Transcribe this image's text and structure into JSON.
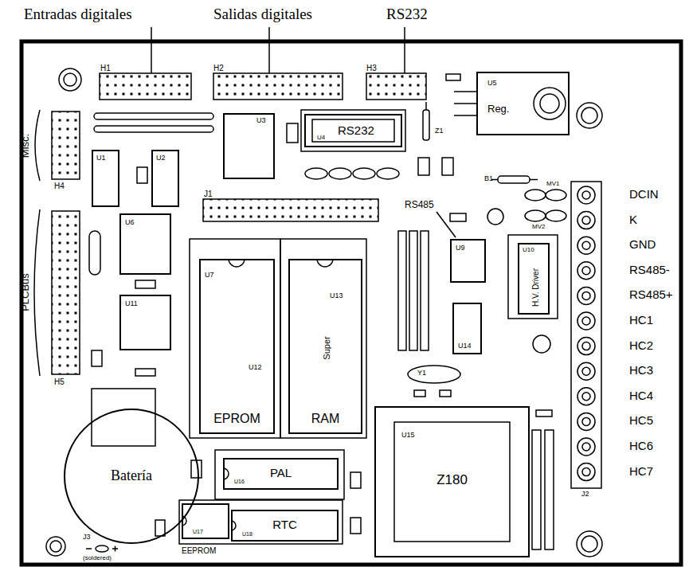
{
  "diagram": {
    "nodes": [
      {
        "text": [
          "U3"
        ]
      },
      {
        "text": [
          "U4",
          "RS232"
        ]
      },
      {
        "text": [
          "U5",
          "Reg."
        ]
      },
      {
        "text": [
          "U1"
        ]
      },
      {
        "text": [
          "U2"
        ]
      },
      {
        "text": [
          "U6"
        ]
      },
      {
        "text": [
          "U11"
        ]
      },
      {
        "text": [
          "U7",
          "U12",
          "EPROM"
        ]
      },
      {
        "text": [
          "U13",
          "Super",
          "RAM"
        ]
      },
      {
        "text": [
          "U9"
        ]
      },
      {
        "text": [
          "U10",
          "H.V. Driver"
        ]
      },
      {
        "text": [
          "U14"
        ]
      },
      {
        "text": [
          "U15",
          "Z180"
        ]
      },
      {
        "text": [
          "U16",
          "PAL"
        ]
      },
      {
        "text": [
          "U17"
        ]
      },
      {
        "text": [
          "U18",
          "RTC"
        ]
      },
      {
        "text": [
          "Batería"
        ]
      }
    ],
    "labels": [
      "Entradas digitales",
      "Salidas digitales",
      "RS232",
      "H1",
      "H2",
      "H3",
      "Misc.",
      "H4",
      "J1",
      "PLCBus",
      "H5",
      "Z1",
      "B1",
      "MV1",
      "MV2",
      "RS485",
      "Y1",
      "DCIN",
      "K",
      "GND",
      "RS485-",
      "RS485+",
      "HC1",
      "HC2",
      "HC3",
      "HC4",
      "HC5",
      "HC6",
      "HC7",
      "J2",
      "EEPROM",
      "J3",
      "(soldered)"
    ]
  }
}
